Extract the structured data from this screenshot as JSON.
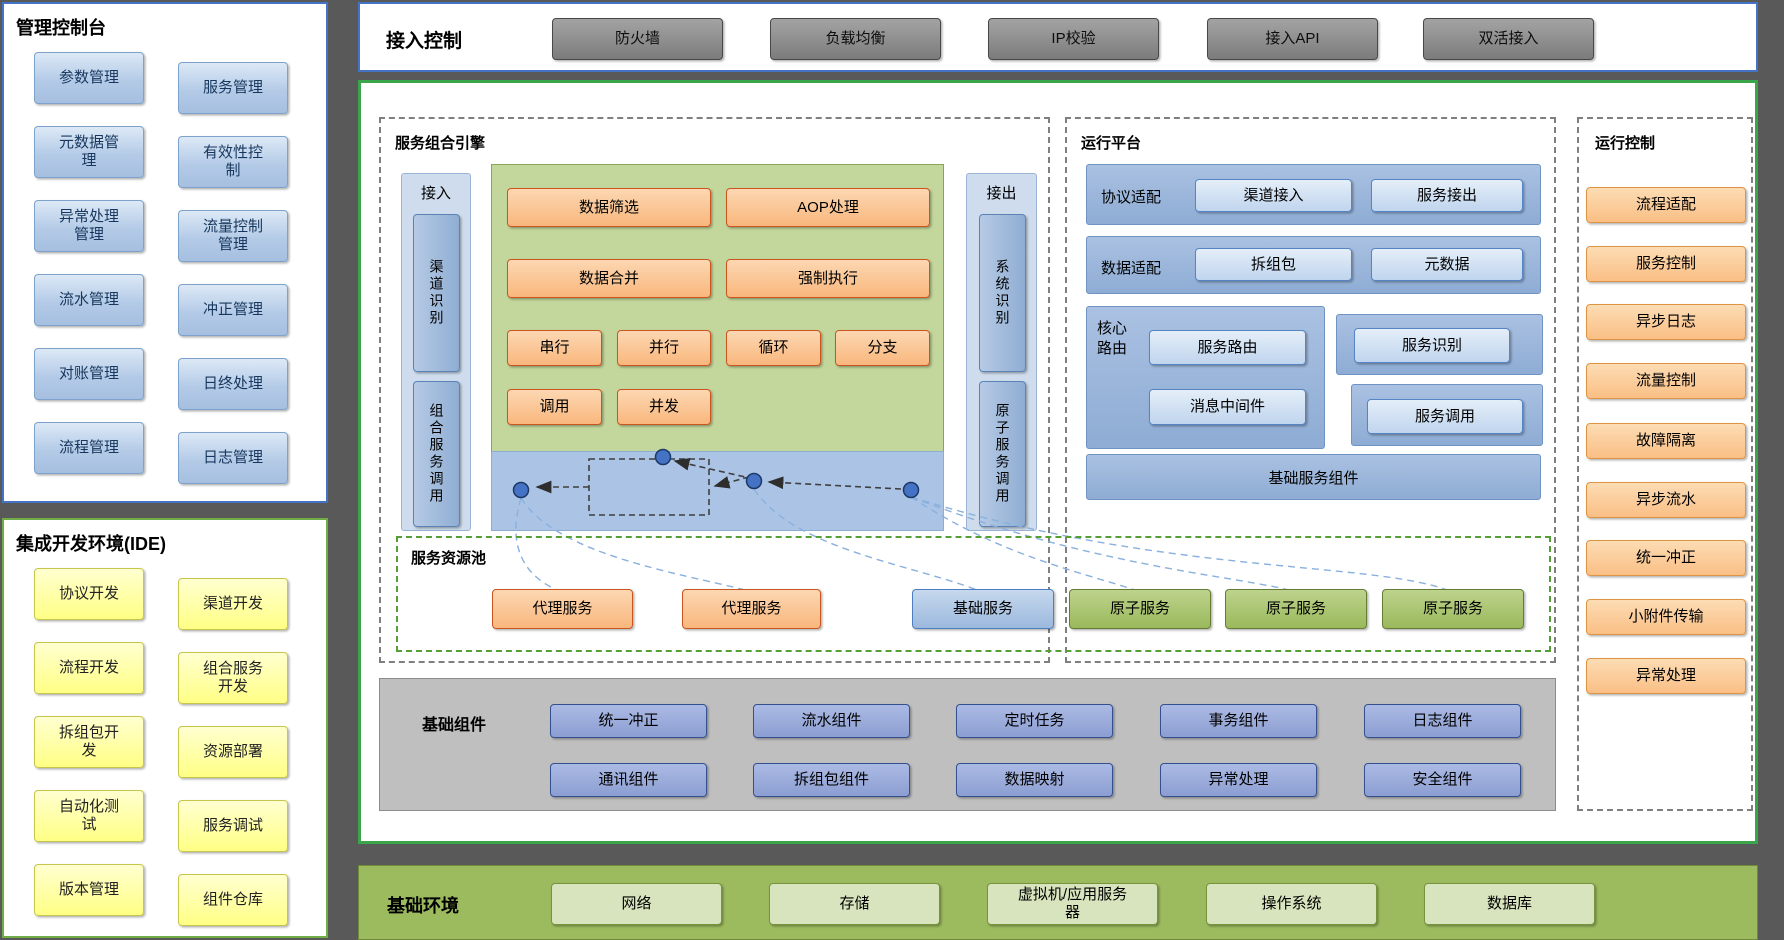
{
  "console": {
    "title": "管理控制台",
    "left": [
      "参数管理",
      "元数据管理",
      "异常处理管理",
      "流水管理",
      "对账管理",
      "流程管理"
    ],
    "right": [
      "服务管理",
      "有效性控制",
      "流量控制管理",
      "冲正管理",
      "日终处理",
      "日志管理"
    ]
  },
  "ide": {
    "title": "集成开发环境(IDE)",
    "left": [
      "协议开发",
      "流程开发",
      "拆组包开发",
      "自动化测试",
      "版本管理"
    ],
    "right": [
      "渠道开发",
      "组合服务开发",
      "资源部署",
      "服务调试",
      "组件仓库"
    ]
  },
  "access": {
    "title": "接入控制",
    "items": [
      "防火墙",
      "负载均衡",
      "IP校验",
      "接入API",
      "双活接入"
    ]
  },
  "engine": {
    "title": "服务组合引擎",
    "inbound_label": "接入",
    "inbound": [
      "渠道识别",
      "组合服务调用"
    ],
    "outbound_label": "接出",
    "outbound": [
      "系统识别",
      "原子服务调用"
    ],
    "blocks": [
      "数据筛选",
      "AOP处理",
      "数据合并",
      "强制执行"
    ],
    "ops": [
      "串行",
      "并行",
      "循环",
      "分支",
      "调用",
      "并发"
    ]
  },
  "pool": {
    "title": "服务资源池",
    "items": [
      "代理服务",
      "代理服务",
      "基础服务",
      "原子服务",
      "原子服务",
      "原子服务"
    ]
  },
  "platform": {
    "title": "运行平台",
    "protocol_label": "协议适配",
    "protocol": [
      "渠道接入",
      "服务接出"
    ],
    "data_label": "数据适配",
    "data": [
      "拆组包",
      "元数据"
    ],
    "core_label": "核心路由",
    "core": [
      "服务路由",
      "消息中间件"
    ],
    "service_id": "服务识别",
    "service_call": "服务调用",
    "base": "基础服务组件"
  },
  "control": {
    "title": "运行控制",
    "items": [
      "流程适配",
      "服务控制",
      "异步日志",
      "流量控制",
      "故障隔离",
      "异步流水",
      "统一冲正",
      "小附件传输",
      "异常处理"
    ]
  },
  "components": {
    "title": "基础组件",
    "row1": [
      "统一冲正",
      "流水组件",
      "定时任务",
      "事务组件",
      "日志组件"
    ],
    "row2": [
      "通讯组件",
      "拆组包组件",
      "数据映射",
      "异常处理",
      "安全组件"
    ]
  },
  "env": {
    "title": "基础环境",
    "items": [
      "网络",
      "存储",
      "虚拟机/应用服务器",
      "操作系统",
      "数据库"
    ]
  },
  "palette": {
    "background": "#595959",
    "blue_accent": "#4472c4",
    "green_accent": "#3aa54b",
    "console_button": "#b4cbe7",
    "ide_button": "#ffff99",
    "access_button": "#8f8f8f",
    "engine_orange": "#fabf8f",
    "engine_green_panel": "#c3d69b",
    "platform_blue_panel": "#95b3d7",
    "atomic_green": "#9bbb59",
    "component_periwinkle": "#93a5d7",
    "env_bar_green": "#9bbb59",
    "env_button_green": "#d6e3bc"
  }
}
